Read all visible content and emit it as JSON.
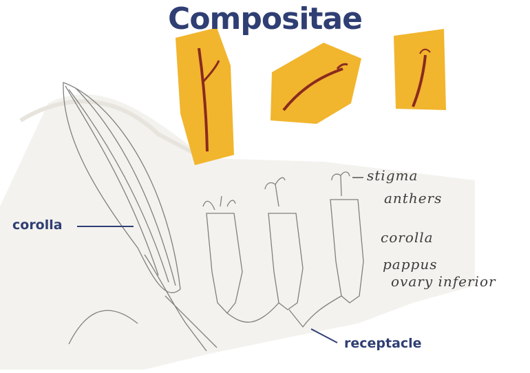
{
  "title": "Compositae",
  "labels": {
    "corolla_left": "corolla",
    "receptacle": "receptacle",
    "stigma": "stigma",
    "anthers": "anthers",
    "corolla_right": "corolla",
    "pappus": "pappus",
    "ovary": "ovary inferior"
  },
  "colors": {
    "title": "#2f3e73",
    "photo_bg": "#f1b52e",
    "specimen": "#8a2a1e",
    "paper": "#f4f3ef",
    "pencil": "#7f7f7f"
  }
}
